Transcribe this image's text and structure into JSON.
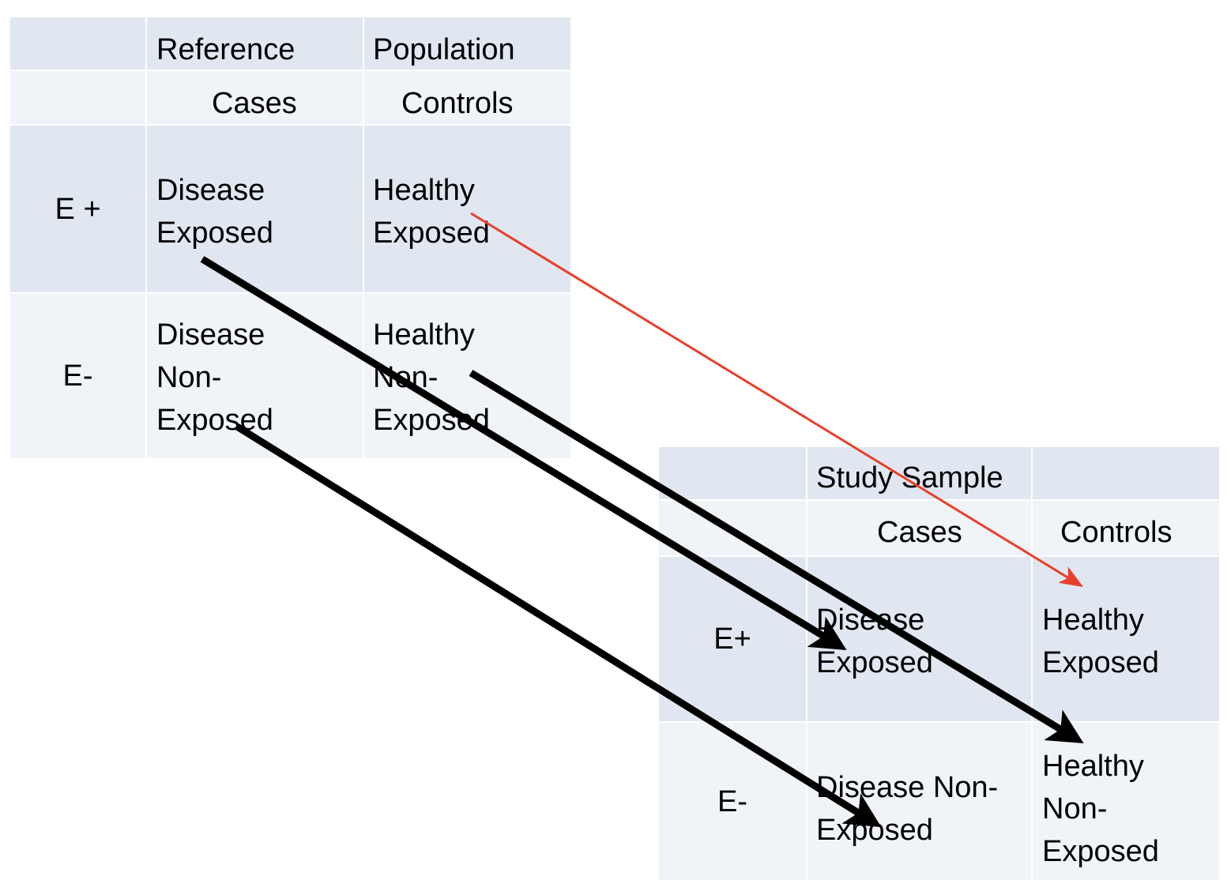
{
  "reference_table": {
    "header": [
      "",
      "Reference",
      "Population"
    ],
    "subheader": [
      "",
      "Cases",
      "Controls"
    ],
    "rows": [
      {
        "label": "E +",
        "cases": [
          "Disease",
          "Exposed"
        ],
        "controls": [
          "Healthy",
          "Exposed"
        ]
      },
      {
        "label": "E-",
        "cases": [
          "Disease",
          "Non-",
          "Exposed"
        ],
        "controls": [
          "Healthy",
          "Non-",
          "Exposed"
        ]
      }
    ]
  },
  "study_table": {
    "header": [
      "",
      "Study Sample",
      ""
    ],
    "subheader": [
      "",
      "Cases",
      "Controls"
    ],
    "rows": [
      {
        "label": "E+",
        "cases": [
          "Disease",
          "Exposed"
        ],
        "controls": [
          "Healthy",
          "Exposed"
        ]
      },
      {
        "label": "E-",
        "cases": [
          "Disease Non-",
          "Exposed"
        ],
        "controls": [
          "Healthy",
          "Non-",
          "Exposed"
        ]
      }
    ]
  },
  "colors": {
    "dark_row": "#e1e7f1",
    "light_row": "#f0f3f8",
    "black_arrow": "#000000",
    "red_arrow": "#e8402a"
  }
}
